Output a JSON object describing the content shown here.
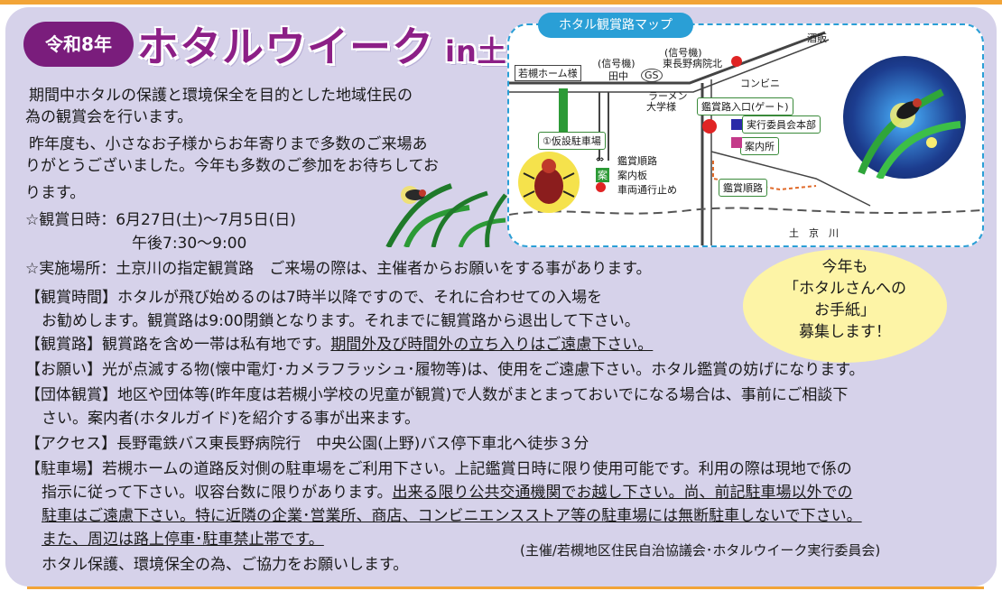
{
  "header": {
    "badge": "令和8年",
    "title": "ホタルウイーク",
    "title_suffix": "in土京川"
  },
  "intro": {
    "line1": "期間中ホタルの保護と環境保全を目的とした地域住民の",
    "line2": "為の観賞会を行います。",
    "line3": "昨年度も、小さなお子様からお年寄りまで多数のご来場あ",
    "line4": "りがとうございました。今年も多数のご参加をお待ちしてお",
    "line5": "ります。"
  },
  "schedule": {
    "date_line": "☆観賞日時：6月27日(土)～7月5日(日)",
    "time_line": "午後7:30～9:00",
    "place_line": "☆実施場所：土京川の指定観賞路　ご来場の際は、主催者からお願いをする事があります。"
  },
  "bubble": {
    "line1": "今年も",
    "line2": "「ホタルさんへの",
    "line3": "お手紙」",
    "line4": "募集します！"
  },
  "notes": {
    "time1": "【観賞時間】ホタルが飛び始めるのは7時半以降ですので、それに合わせての入場を",
    "time2": "お勧めします。観賞路は9:00閉鎖となります。それまでに観賞路から退出して下さい。",
    "route_a": "【観賞路】観賞路を含め一帯は私有地です。",
    "route_b": "期間外及び時間外の立ち入りはご遠慮下さい。",
    "request": "【お願い】光が点滅する物(懐中電灯･カメラフラッシュ･履物等)は、使用をご遠慮下さい。ホタル鑑賞の妨げになります。",
    "group1": "【団体観賞】地区や団体等(昨年度は若槻小学校の児童が観賞)で人数がまとまっておいでになる場合は、事前にご相談下",
    "group2": "さい。案内者(ホタルガイド)を紹介する事が出来ます。",
    "access": "【アクセス】長野電鉄バス東長野病院行　中央公園(上野)バス停下車北へ徒歩３分",
    "parking1": "【駐車場】若槻ホームの道路反対側の駐車場をご利用下さい。上記鑑賞日時に限り使用可能です。利用の際は現地で係の",
    "parking2a": "指示に従って下さい。収容台数に限りがあります。",
    "parking2b": "出来る限り公共交通機関でお越し下さい。尚、前記駐車場以外での",
    "parking3": "駐車はご遠慮下さい。特に近隣の企業･営業所、商店、コンビニエンスストア等の駐車場には無断駐車しないで下さい。",
    "parking4": "また、周辺は路上停車･駐車禁止帯です。",
    "closing": "ホタル保護、環境保全の為、ご協力をお願いします。",
    "organizer": "(主催/若槻地区住民自治協議会･ホタルウイーク実行委員会)"
  },
  "map": {
    "title": "ホタル観賞路マップ",
    "wakatsuki_home": "若槻ホーム様",
    "signal1": "(信号機)",
    "tanaka": "田中",
    "gs": "GS",
    "signal2": "(信号機)",
    "hospital_north": "東長野病院北",
    "sake": "酒販",
    "convenience": "コンビニ",
    "ramen": "ラーメン",
    "daigaku": "大学様",
    "entrance": "鑑賞路入口(ゲート)",
    "hq": "実行委員会本部",
    "info": "案内所",
    "parking": "①仮設駐車場",
    "route": "鑑賞順路",
    "legend_route": "鑑賞順路",
    "legend_info": "案内板",
    "legend_stop": "車両通行止め",
    "river": "土　京　川",
    "info_glyph": "案"
  },
  "colors": {
    "frame": "#d6d2ea",
    "title": "#8c1f86",
    "badge": "#7a1d7c",
    "accent_line": "#f2a437",
    "map_border": "#2a9fd6",
    "bubble": "#fdf4a6"
  },
  "icons": [
    "firefly-icon",
    "grass-icon",
    "stop-sign-icon",
    "info-board-icon",
    "arrow-icon"
  ]
}
